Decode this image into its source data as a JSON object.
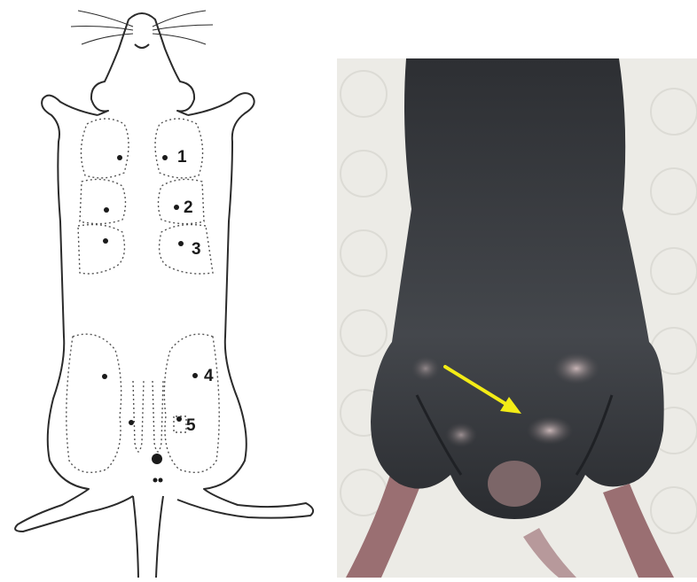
{
  "diagram": {
    "labels": [
      "1",
      "2",
      "3",
      "4",
      "5"
    ],
    "colors": {
      "outline": "#2b2b2b",
      "gland_outline": "#555555",
      "nipple": "#1a1a1a"
    }
  },
  "photo": {
    "colors": {
      "background": "#ecebe6",
      "fur": "#3a3c3f",
      "fur_dark": "#23252a",
      "tumor": "#b9a7a8",
      "skin": "#9a6f72",
      "arrow": "#f3ec16"
    },
    "arrow_icon": "arrow-icon"
  }
}
